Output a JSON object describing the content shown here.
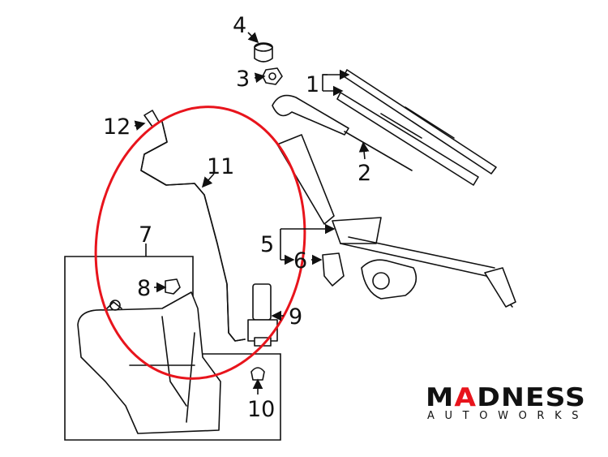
{
  "diagram": {
    "callouts": [
      "1",
      "2",
      "3",
      "4",
      "5",
      "6",
      "7",
      "8",
      "9",
      "10",
      "11",
      "12"
    ],
    "highlight_color": "#e8141c"
  },
  "logo": {
    "main": "MADNESS",
    "sub": "AUTOWORKS",
    "accent_color": "#e8141c"
  }
}
